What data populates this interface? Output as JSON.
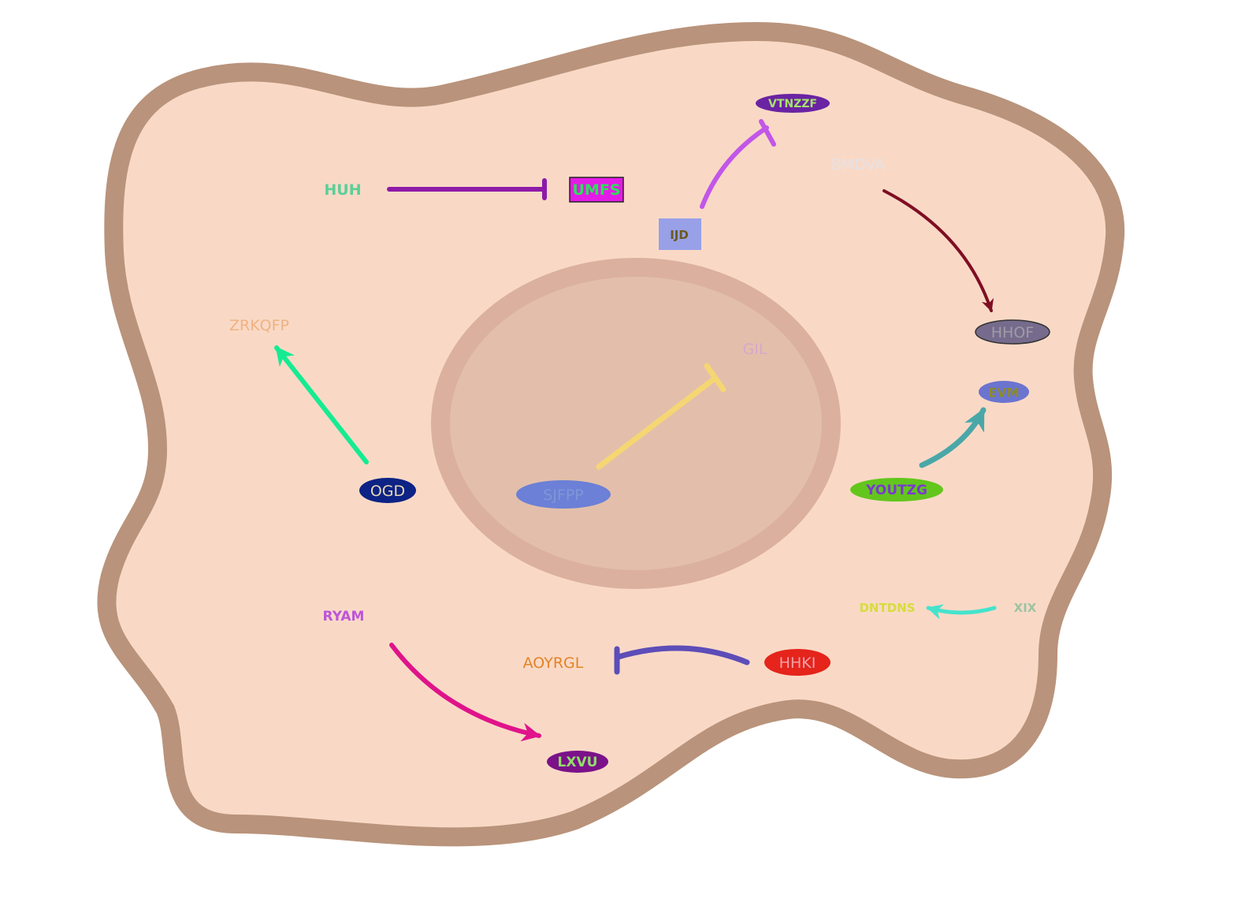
{
  "colors": {
    "cell_fill": "#f9d9c6",
    "cell_border": "#b9937b",
    "nucleus_fill": "#e3bfab",
    "nucleus_border": "#dbb09e",
    "background": "#ffffff"
  },
  "nodes": {
    "huh": {
      "label": "HUH",
      "shape": "text",
      "text_color": "#5bcf98"
    },
    "umfs": {
      "label": "UMFS",
      "shape": "rect",
      "fill": "#e51ae6",
      "stroke": "#222222",
      "text_color": "#2de05a"
    },
    "vtnzzf": {
      "label": "VTNZZF",
      "shape": "ellipse",
      "fill": "#6a23a3",
      "text_color": "#a7e36b"
    },
    "ijd": {
      "label": "IJD",
      "shape": "rect",
      "fill": "#98a0e8",
      "text_color": "#6b5a1c"
    },
    "bmdva": {
      "label": "BMDVA",
      "shape": "text",
      "text_color": "#e6e1e6"
    },
    "hhof": {
      "label": "HHOF",
      "shape": "ellipse",
      "fill": "#766b8c",
      "stroke": "#333333",
      "text_color": "#a09aa8"
    },
    "zrkqfp": {
      "label": "ZRKQFP",
      "shape": "text",
      "text_color": "#f0b283"
    },
    "gil": {
      "label": "GIL",
      "shape": "text",
      "text_color": "#d9a6cc"
    },
    "evm": {
      "label": "EVM",
      "shape": "ellipse",
      "fill": "#6b74cf",
      "text_color": "#8d8a2c"
    },
    "ogd": {
      "label": "OGD",
      "shape": "ellipse",
      "fill": "#0d2385",
      "text_color": "#e8d9b6"
    },
    "sjfpp": {
      "label": "SJFPP",
      "shape": "ellipse",
      "fill": "#6b80d6",
      "text_color": "#7f97d7"
    },
    "youtzg": {
      "label": "YOUTZG",
      "shape": "ellipse",
      "fill": "#63c61c",
      "text_color": "#7a3acf"
    },
    "dntdns": {
      "label": "DNTDNS",
      "shape": "text",
      "text_color": "#d7dd3b"
    },
    "xix": {
      "label": "XIX",
      "shape": "text",
      "text_color": "#9cc4a4"
    },
    "ryam": {
      "label": "RYAM",
      "shape": "text",
      "text_color": "#bd55d9"
    },
    "aoyrgl": {
      "label": "AOYRGL",
      "shape": "text",
      "text_color": "#e48327"
    },
    "hhki": {
      "label": "HHKI",
      "shape": "ellipse",
      "fill": "#e5241b",
      "text_color": "#f2a0a8"
    },
    "lxvu": {
      "label": "LXVU",
      "shape": "ellipse",
      "fill": "#7b1289",
      "text_color": "#8ee069"
    }
  },
  "edges": [
    {
      "id": "huh-umfs",
      "from": "HUH",
      "to": "UMFS",
      "type": "inhibition",
      "color": "#8e1aa8"
    },
    {
      "id": "ijd-vtnzzf",
      "from": "IJD",
      "to": "VTNZZF",
      "type": "inhibition",
      "color": "#c256e8"
    },
    {
      "id": "bmdva-hhof",
      "from": "BMDVA",
      "to": "HHOF",
      "type": "activation",
      "color": "#7f0e23"
    },
    {
      "id": "ogd-zrkqfp",
      "from": "OGD",
      "to": "ZRKQFP",
      "type": "activation",
      "color": "#15eb92"
    },
    {
      "id": "sjfpp-gil",
      "from": "SJFPP",
      "to": "GIL",
      "type": "inhibition",
      "color": "#f5d673"
    },
    {
      "id": "youtzg-evm",
      "from": "YOUTZG",
      "to": "EVM",
      "type": "activation",
      "color": "#4aa7a8"
    },
    {
      "id": "xix-dntdns",
      "from": "XIX",
      "to": "DNTDNS",
      "type": "activation",
      "color": "#45e3cc"
    },
    {
      "id": "hhki-aoyrgl",
      "from": "HHKI",
      "to": "AOYRGL",
      "type": "inhibition",
      "color": "#5d4db8"
    },
    {
      "id": "ryam-lxvu",
      "from": "RYAM",
      "to": "LXVU",
      "type": "activation",
      "color": "#e0138a"
    }
  ]
}
